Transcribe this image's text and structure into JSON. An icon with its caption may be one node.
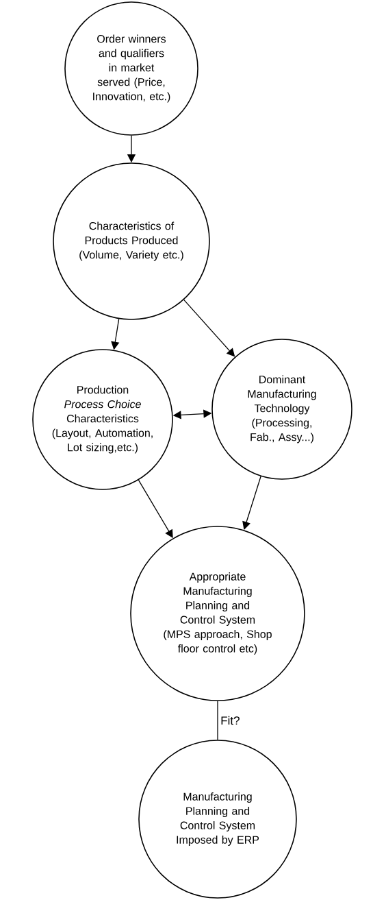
{
  "diagram": {
    "nodes": [
      {
        "text": [
          "Order winners and qualifiers in market served (Price, Innovation, etc.)"
        ]
      },
      {
        "text": [
          "Characteristics of Products Produced (Volume, Variety etc.)"
        ]
      },
      {
        "text": [
          "Production *Process Choice* Characteristics (Layout, Automation, Lot sizing,etc.)"
        ]
      },
      {
        "text": [
          "Dominant Manufacturing Technology (Processing, Fab., Assy...)"
        ]
      },
      {
        "text": [
          "Appropriate Manufacturing Planning and Control System (MPS approach, Shop floor control etc)"
        ]
      },
      {
        "text": [
          "Manufacturing Planning and Control System Imposed by ERP"
        ]
      }
    ],
    "edges": [
      {
        "from": 0,
        "to": 1,
        "arrow": "to"
      },
      {
        "from": 1,
        "to": 2,
        "arrow": "to"
      },
      {
        "from": 1,
        "to": 3,
        "arrow": "to"
      },
      {
        "from": 2,
        "to": 3,
        "arrow": "both"
      },
      {
        "from": 2,
        "to": 4,
        "arrow": "to"
      },
      {
        "from": 3,
        "to": 4,
        "arrow": "to"
      },
      {
        "from": 4,
        "to": 5,
        "arrow": "none",
        "label": "Fit?"
      }
    ]
  }
}
